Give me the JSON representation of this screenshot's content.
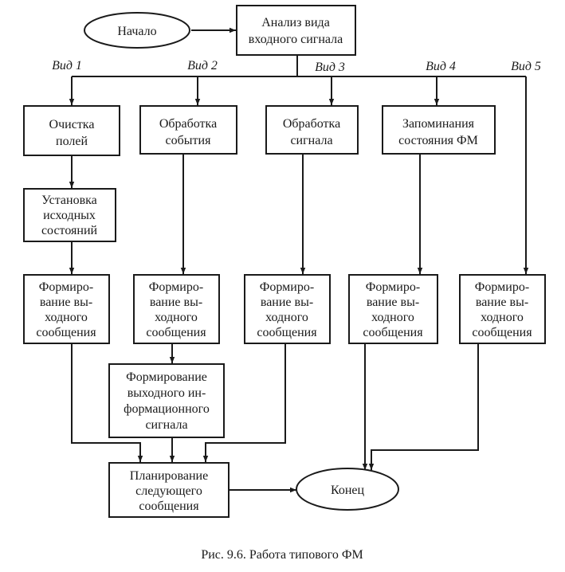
{
  "diagram": {
    "start": "Начало",
    "analyze": [
      "Анализ вида",
      "входного сигнала"
    ],
    "branches": [
      "Вид 1",
      "Вид 2",
      "Вид 3",
      "Вид 4",
      "Вид 5"
    ],
    "clear_fields": [
      "Очистка",
      "полей"
    ],
    "event_processing": [
      "Обработка",
      "события"
    ],
    "signal_processing": [
      "Обработка",
      "сигнала"
    ],
    "state_memorizing": [
      "Запоминания",
      "состояния ФМ"
    ],
    "set_initial_states": [
      "Установка",
      "исходных",
      "состояний"
    ],
    "form_output_message": [
      "Формиро-",
      "вание вы-",
      "ходного",
      "сообщения"
    ],
    "form_info_signal": [
      "Формирование",
      "выходного ин-",
      "формационного",
      "сигнала"
    ],
    "plan_next_message": [
      "Планирование",
      "следующего",
      "сообщения"
    ],
    "end": "Конец"
  },
  "caption": "Рис. 9.6. Работа типового ФМ"
}
